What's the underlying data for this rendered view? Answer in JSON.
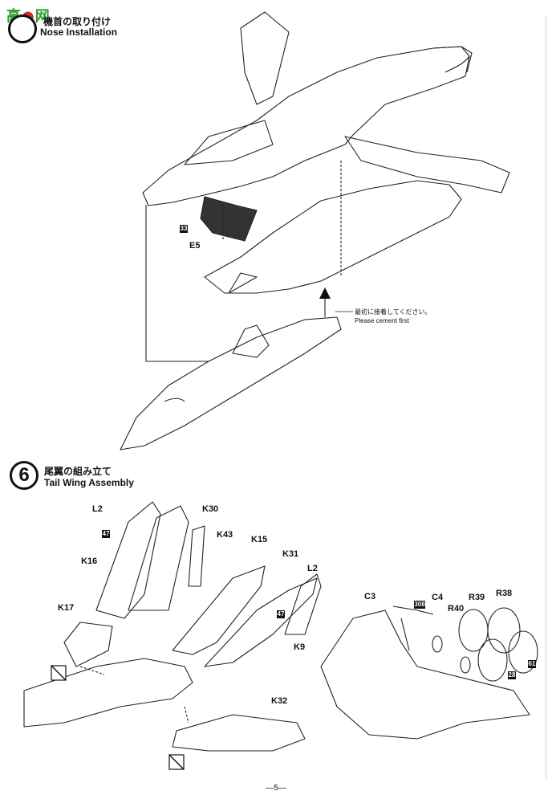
{
  "watermark": {
    "text_green": "高",
    "text_red": "●",
    "text_green2": "网"
  },
  "step5": {
    "jp_title": "機首の取り付け",
    "en_title": "Nose Installation"
  },
  "step6": {
    "number": "6",
    "jp_title": "尾翼の組み立て",
    "en_title": "Tail Wing Assembly"
  },
  "step5_parts": {
    "p33": "33",
    "e5": "E5"
  },
  "cement_note": {
    "jp": "最初に接着してください。",
    "en": "Please cement first"
  },
  "step6_parts": {
    "l2_a": "L2",
    "p47_a": "47",
    "k30": "K30",
    "k43": "K43",
    "k16": "K16",
    "k15": "K15",
    "k31": "K31",
    "l2_b": "L2",
    "p47_b": "47",
    "k9": "K9",
    "k17": "K17",
    "k32": "K32",
    "c3": "C3",
    "p308": "308",
    "c4": "C4",
    "r40": "R40",
    "r39": "R39",
    "r38": "R38",
    "p61": "61",
    "p28": "28"
  },
  "page_number": "—5—"
}
